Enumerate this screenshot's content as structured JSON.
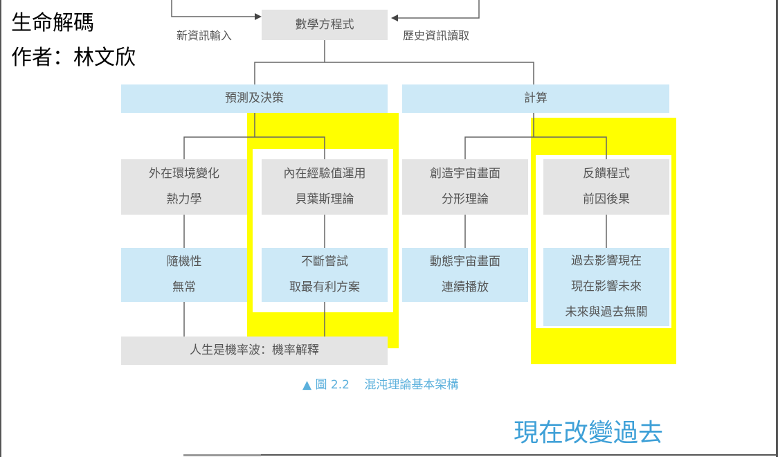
{
  "overlay": {
    "title": "生命解碼",
    "author": "作者：林文欣"
  },
  "diagram": {
    "root": "數學方程式",
    "input_left": "新資訊輸入",
    "input_right": "歷史資訊讀取",
    "branch_left": "預測及決策",
    "branch_right": "計算",
    "nodes": {
      "external": [
        "外在環境變化",
        "熱力學"
      ],
      "internal": [
        "內在經驗值運用",
        "貝葉斯理論"
      ],
      "create": [
        "創造宇宙畫面",
        "分形理論"
      ],
      "feedback": [
        "反饋程式",
        "前因後果"
      ],
      "random": [
        "隨機性",
        "無常"
      ],
      "trial": [
        "不斷嘗試",
        "取最有利方案"
      ],
      "dynamic": [
        "動態宇宙畫面",
        "連續播放"
      ],
      "past": [
        "過去影響現在",
        "現在影響未來",
        "未來與過去無關"
      ]
    },
    "bottom": "人生是機率波：機率解釋",
    "caption_marker": "▲ 圖 2.2",
    "caption": "混沌理論基本架構",
    "highlight_color": "#ffff00",
    "box_blue": "#cde9f7",
    "box_gray": "#e4e4e4"
  },
  "footer_text": "現在改變過去"
}
